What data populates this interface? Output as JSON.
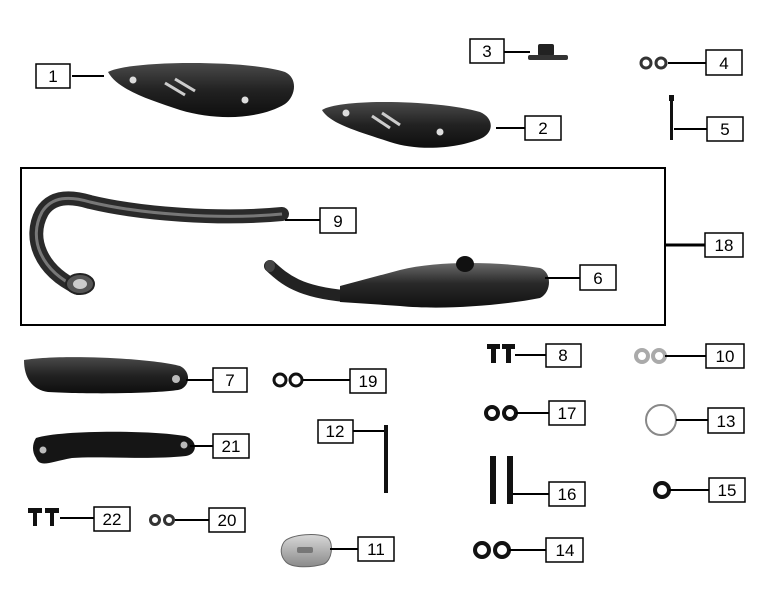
{
  "diagram": {
    "callouts": {
      "p1": "1",
      "p2": "2",
      "p3": "3",
      "p4": "4",
      "p5": "5",
      "p6": "6",
      "p7": "7",
      "p8": "8",
      "p9": "9",
      "p10": "10",
      "p11": "11",
      "p12": "12",
      "p13": "13",
      "p14": "14",
      "p15": "15",
      "p16": "16",
      "p17": "17",
      "p18": "18",
      "p19": "19",
      "p20": "20",
      "p21": "21",
      "p22": "22"
    },
    "colors": {
      "part_dark": "#1a1a1a",
      "part_mid": "#3a3a3a",
      "line": "#000000",
      "light_part": "#b0b0b0"
    }
  }
}
